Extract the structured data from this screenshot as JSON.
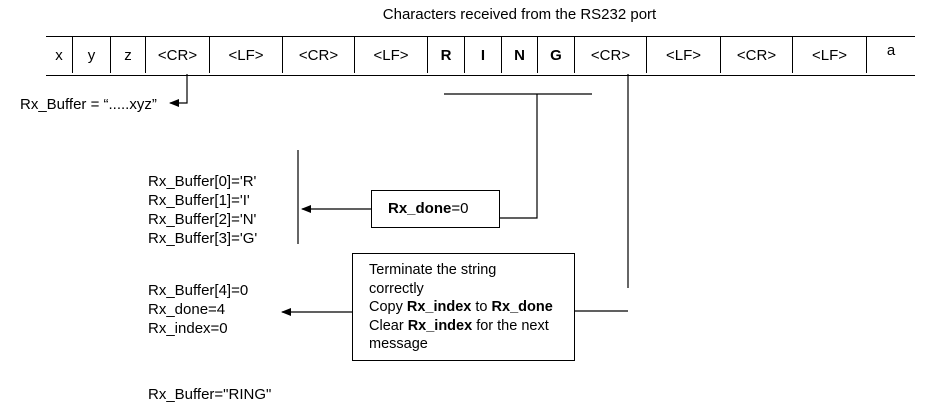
{
  "title": "Characters received from the RS232 port",
  "cells": [
    {
      "label": "x",
      "bold": false
    },
    {
      "label": "y",
      "bold": false
    },
    {
      "label": "z",
      "bold": false
    },
    {
      "label": "<CR>",
      "bold": false
    },
    {
      "label": "<LF>",
      "bold": false
    },
    {
      "label": "<CR>",
      "bold": false
    },
    {
      "label": "<LF>",
      "bold": false
    },
    {
      "label": "R",
      "bold": true
    },
    {
      "label": "I",
      "bold": true
    },
    {
      "label": "N",
      "bold": true
    },
    {
      "label": "G",
      "bold": true
    },
    {
      "label": "<CR>",
      "bold": false
    },
    {
      "label": "<LF>",
      "bold": false
    },
    {
      "label": "<CR>",
      "bold": false
    },
    {
      "label": "<LF>",
      "bold": false
    },
    {
      "label": "a",
      "bold": false
    }
  ],
  "rx_buffer_initial": "Rx_Buffer = “.....xyz”",
  "buffer_contents": [
    "Rx_Buffer[0]='R'",
    "Rx_Buffer[1]='I'",
    "Rx_Buffer[2]='N'",
    "Rx_Buffer[3]='G'"
  ],
  "rx_done_box": {
    "bold": "Rx_done",
    "rest": "=0"
  },
  "terminate_box": {
    "line1": "Terminate the string",
    "line2": "correctly",
    "line3_pre": "Copy ",
    "line3_b1": "Rx_index",
    "line3_mid": " to ",
    "line3_b2": "Rx_done",
    "line4_pre": "Clear ",
    "line4_b": "Rx_index",
    "line4_post": " for the next",
    "line5": "message"
  },
  "final_state": [
    "Rx_Buffer[4]=0",
    "Rx_done=4",
    "Rx_index=0"
  ],
  "result": "Rx_Buffer=\"RING\""
}
